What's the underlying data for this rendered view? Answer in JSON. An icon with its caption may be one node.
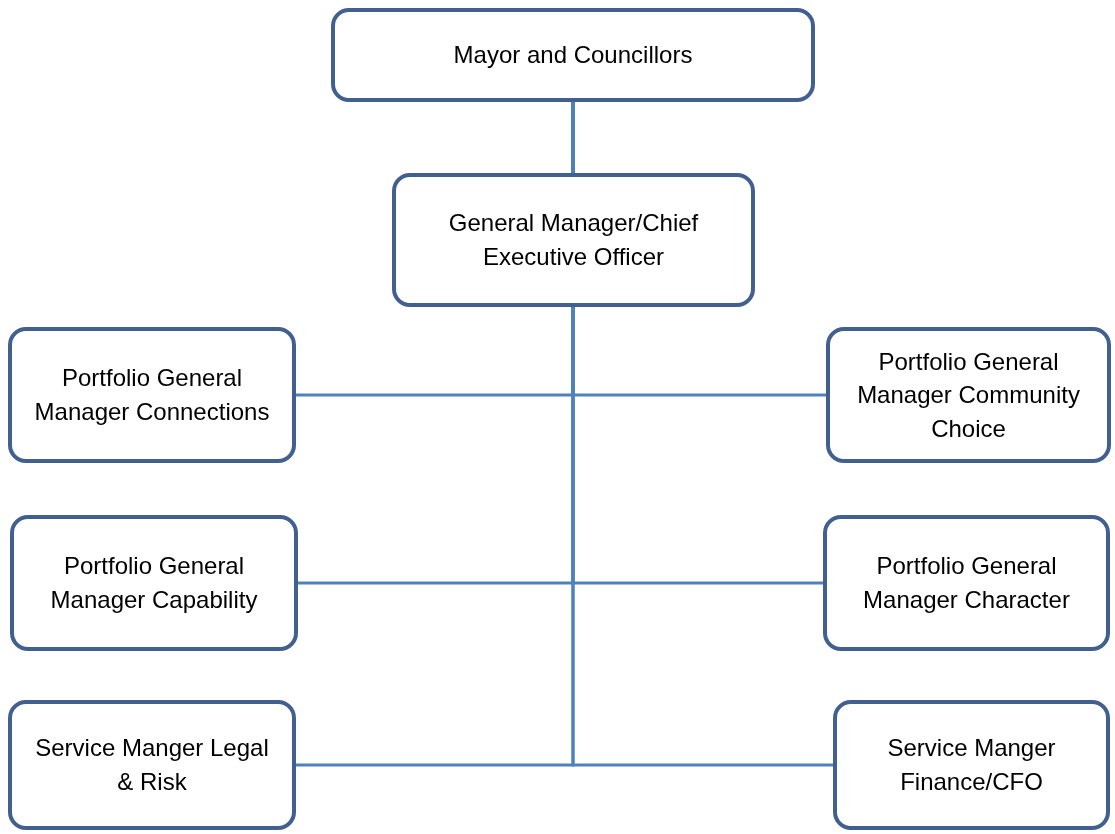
{
  "diagram": {
    "nodes": [
      {
        "text": [
          "Mayor and Councillors"
        ]
      },
      {
        "text": [
          "General Manager/Chief Executive Officer"
        ]
      },
      {
        "text": [
          "Portfolio General Manager Connections"
        ]
      },
      {
        "text": [
          "Portfolio General Manager Community Choice"
        ]
      },
      {
        "text": [
          "Portfolio General Manager Capability"
        ]
      },
      {
        "text": [
          "Portfolio General Manager Character"
        ]
      },
      {
        "text": [
          "Service Manger Legal & Risk"
        ]
      },
      {
        "text": [
          "Service Manger Finance/CFO"
        ]
      }
    ],
    "edges": [
      {
        "from": 0,
        "to": 1,
        "arrow": "none"
      },
      {
        "from": 1,
        "to": 2,
        "arrow": "none"
      },
      {
        "from": 1,
        "to": 3,
        "arrow": "none"
      },
      {
        "from": 1,
        "to": 4,
        "arrow": "none"
      },
      {
        "from": 1,
        "to": 5,
        "arrow": "none"
      },
      {
        "from": 1,
        "to": 6,
        "arrow": "none"
      },
      {
        "from": 1,
        "to": 7,
        "arrow": "none"
      }
    ]
  }
}
